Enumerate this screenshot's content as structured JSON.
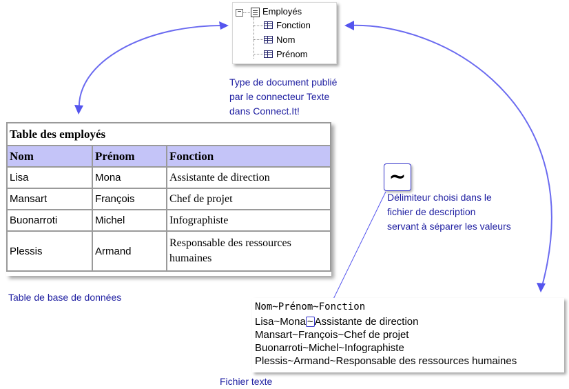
{
  "tree": {
    "root": "Employés",
    "fields": [
      "Fonction",
      "Nom",
      "Prénom"
    ]
  },
  "tree_caption": [
    "Type de document publié",
    "par le connecteur Texte",
    "dans Connect.It!"
  ],
  "db_table": {
    "title": "Table des employés",
    "headers": [
      "Nom",
      "Prénom",
      "Fonction"
    ],
    "rows": [
      [
        "Lisa",
        "Mona",
        "Assistante de direction"
      ],
      [
        "Mansart",
        "François",
        "Chef de projet"
      ],
      [
        "Buonarroti",
        "Michel",
        "Infographiste"
      ],
      [
        "Plessis",
        "Armand",
        "Responsable des ressources humaines"
      ]
    ]
  },
  "db_caption": "Table de base de données",
  "delimiter": {
    "symbol": "~",
    "caption": [
      "Délimiteur choisi dans le",
      "fichier de description",
      "servant  à séparer les valeurs"
    ]
  },
  "text_file": {
    "header": "Nom~Prénom~Fonction",
    "line1_a": "Lisa~Mona",
    "line1_tilde": "~",
    "line1_b": "Assistante de direction",
    "lines": [
      "Mansart~François~Chef de projet",
      "Buonarroti~Michel~Infographiste",
      "Plessis~Armand~Responsable des ressources humaines"
    ]
  },
  "text_file_caption": "Fichier texte",
  "colors": {
    "caption": "#1c1ca0",
    "arrow": "#5555ee",
    "header_bg": "#c4c4f8"
  }
}
